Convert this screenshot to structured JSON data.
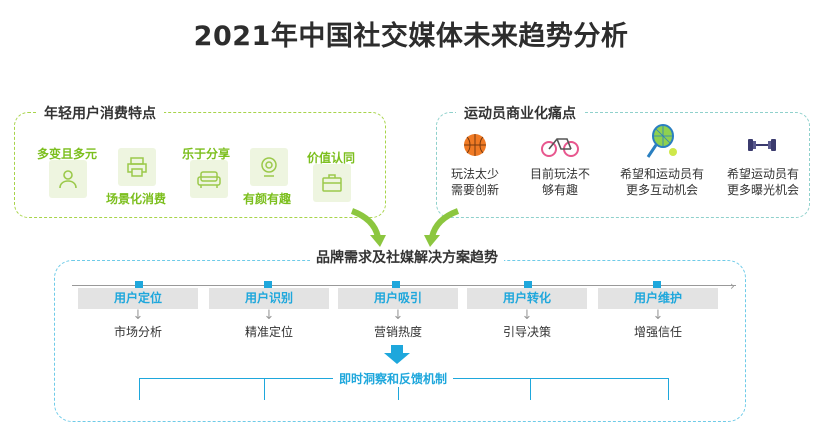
{
  "title": "2021年中国社交媒体未来趋势分析",
  "consumer": {
    "label": "年轻用户消费特点",
    "features": [
      {
        "label": "多变且多元",
        "icon": "person-icon"
      },
      {
        "label": "场景化消费",
        "icon": "printer-icon"
      },
      {
        "label": "乐于分享",
        "icon": "sofa-icon"
      },
      {
        "label": "有颜有趣",
        "icon": "camera-icon"
      },
      {
        "label": "价值认同",
        "icon": "briefcase-icon"
      }
    ]
  },
  "athlete": {
    "label": "运动员商业化痛点",
    "points": [
      {
        "line1": "玩法太少",
        "line2": "需要创新",
        "icon": "basketball-icon"
      },
      {
        "line1": "目前玩法不",
        "line2": "够有趣",
        "icon": "bicycle-icon"
      },
      {
        "line1": "希望和运动员有",
        "line2": "更多互动机会",
        "icon": "tennis-icon"
      },
      {
        "line1": "希望运动员有",
        "line2": "更多曝光机会",
        "icon": "dumbbell-icon"
      }
    ]
  },
  "trend": {
    "label": "品牌需求及社媒解决方案趋势",
    "steps": [
      {
        "label": "用户定位",
        "result": "市场分析"
      },
      {
        "label": "用户识别",
        "result": "精准定位"
      },
      {
        "label": "用户吸引",
        "result": "营销热度"
      },
      {
        "label": "用户转化",
        "result": "引导决策"
      },
      {
        "label": "用户维护",
        "result": "增强信任"
      }
    ],
    "feedback_label": "即时洞察和反馈机制"
  },
  "colors": {
    "green": "#7cbf1e",
    "blue": "#1ea7dc",
    "teal_border": "#8fd1cc"
  }
}
